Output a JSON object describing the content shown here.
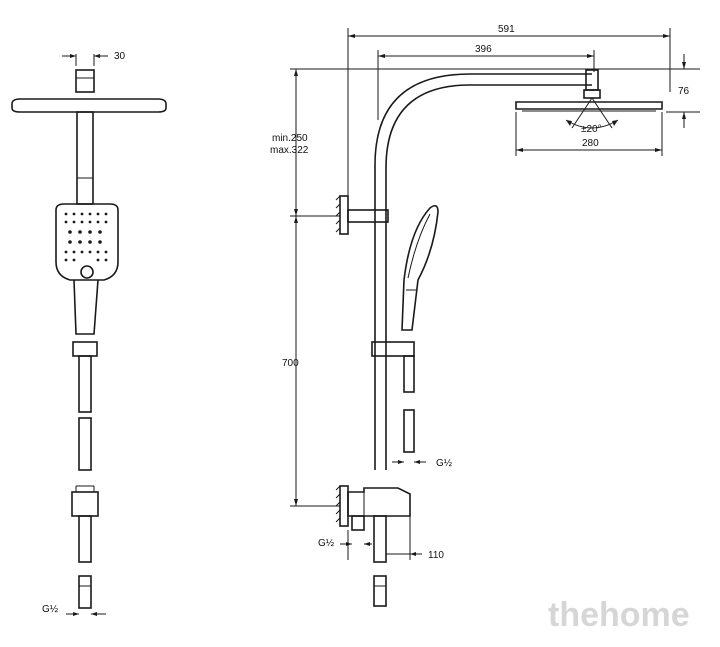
{
  "dimensions": {
    "width_591": "591",
    "width_396": "396",
    "head_height_76": "76",
    "tilt_angle": "±20°",
    "head_width_280": "280",
    "height_adjust_min": "min.250",
    "height_adjust_max": "max.322",
    "height_700": "700",
    "thread_g_half_hose": "G½",
    "thread_g_half_inlet": "G½",
    "depth_110": "110",
    "arm_30": "30",
    "thread_g_half_front": "G½"
  },
  "watermark": "thehome"
}
